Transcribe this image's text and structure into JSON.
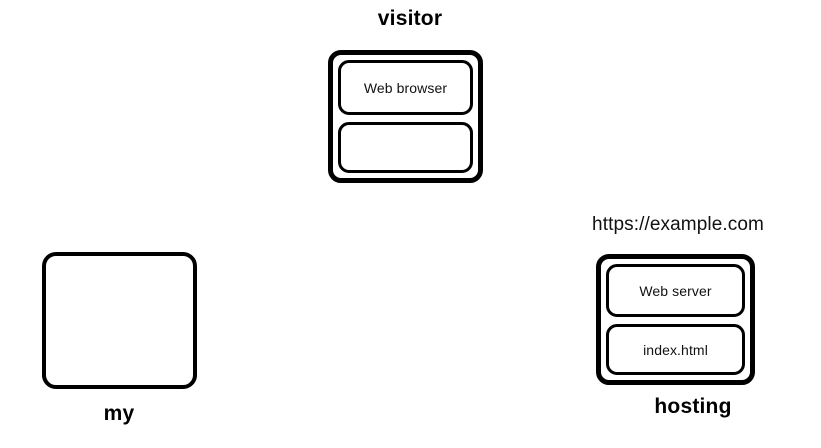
{
  "diagram": {
    "background_color": "#ffffff",
    "stroke_color": "#000000",
    "text_color": "#111111",
    "visitor": {
      "title": "visitor",
      "items": [
        {
          "label": "Web browser"
        },
        {
          "label": ""
        }
      ]
    },
    "my": {
      "caption": "my",
      "items": []
    },
    "hosting": {
      "url": "https://example.com",
      "caption": "hosting",
      "items": [
        {
          "label": "Web server"
        },
        {
          "label": "index.html"
        }
      ]
    }
  }
}
